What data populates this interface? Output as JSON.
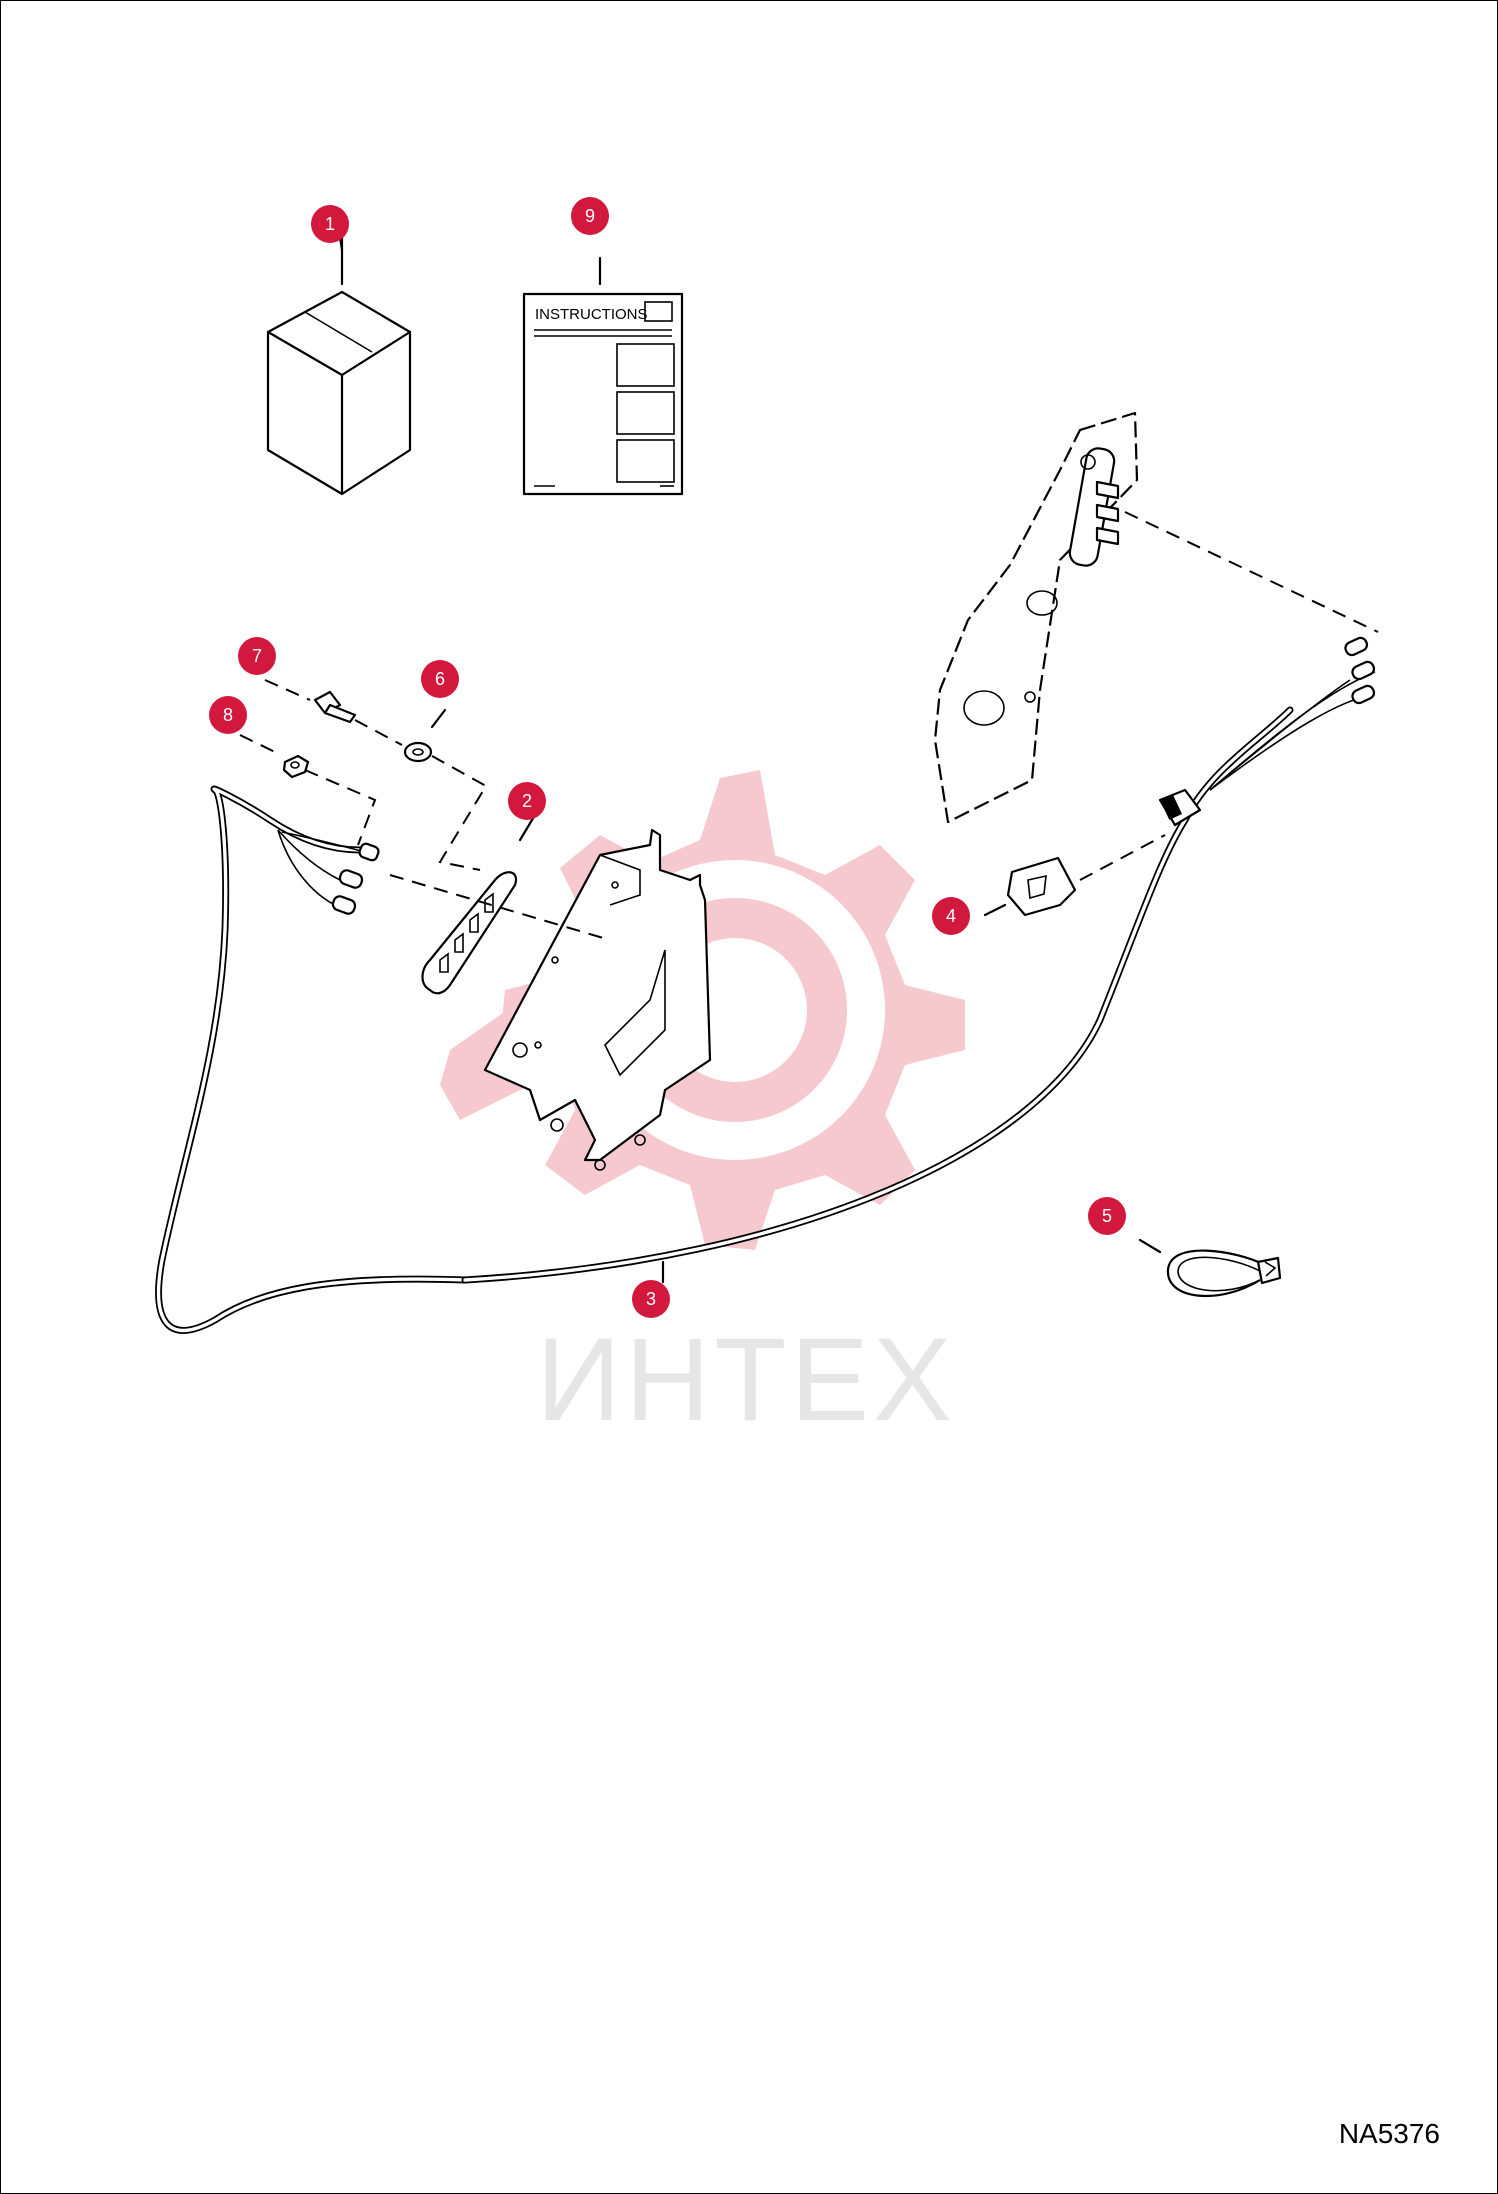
{
  "watermark": {
    "text": "ИНТЕХ",
    "gear_color": "#f2b8bf"
  },
  "instructions_sheet": {
    "label": "INSTRUCTIONS"
  },
  "callout_color": "#d2183d",
  "callouts": [
    {
      "id": "callout-1",
      "label": "1"
    },
    {
      "id": "callout-2",
      "label": "2"
    },
    {
      "id": "callout-3",
      "label": "3"
    },
    {
      "id": "callout-4",
      "label": "4"
    },
    {
      "id": "callout-5",
      "label": "5"
    },
    {
      "id": "callout-6",
      "label": "6"
    },
    {
      "id": "callout-7",
      "label": "7"
    },
    {
      "id": "callout-8",
      "label": "8"
    },
    {
      "id": "callout-9",
      "label": "9"
    }
  ],
  "drawing_code": "NA5376"
}
